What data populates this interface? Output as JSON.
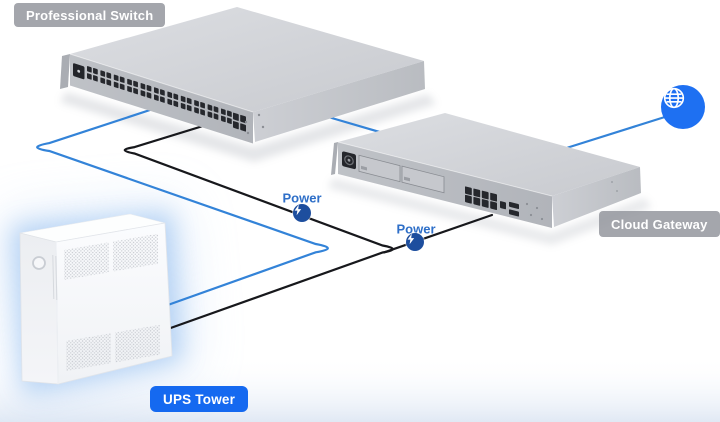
{
  "labels": {
    "switch": "Professional Switch",
    "gateway": "Cloud Gateway",
    "ups": "UPS Tower"
  },
  "power_labels": [
    {
      "text": "Power"
    },
    {
      "text": "Power"
    }
  ],
  "icons": {
    "internet": "globe-icon",
    "power": "lightning-bolt-icon"
  },
  "connections": [
    {
      "from": "professional-switch",
      "to": "ups-tower",
      "type": "data-blue"
    },
    {
      "from": "professional-switch",
      "to": "ups-tower",
      "type": "power-black",
      "label": "Power"
    },
    {
      "from": "cloud-gateway",
      "to": "ups-tower",
      "type": "power-black",
      "label": "Power"
    },
    {
      "from": "professional-switch",
      "to": "cloud-gateway",
      "type": "data-blue"
    },
    {
      "from": "cloud-gateway",
      "to": "internet",
      "type": "data-blue"
    }
  ],
  "colors": {
    "cable_data": "#3383d8",
    "cable_power": "#17181c",
    "badge_gray": "rgba(148,151,157,.85)",
    "badge_blue": "#1569f0",
    "power_badge": "#1d4e9e",
    "power_text": "#2e6fc8",
    "globe": "#1e70f2",
    "ups_glow": "#a6c9f2"
  }
}
